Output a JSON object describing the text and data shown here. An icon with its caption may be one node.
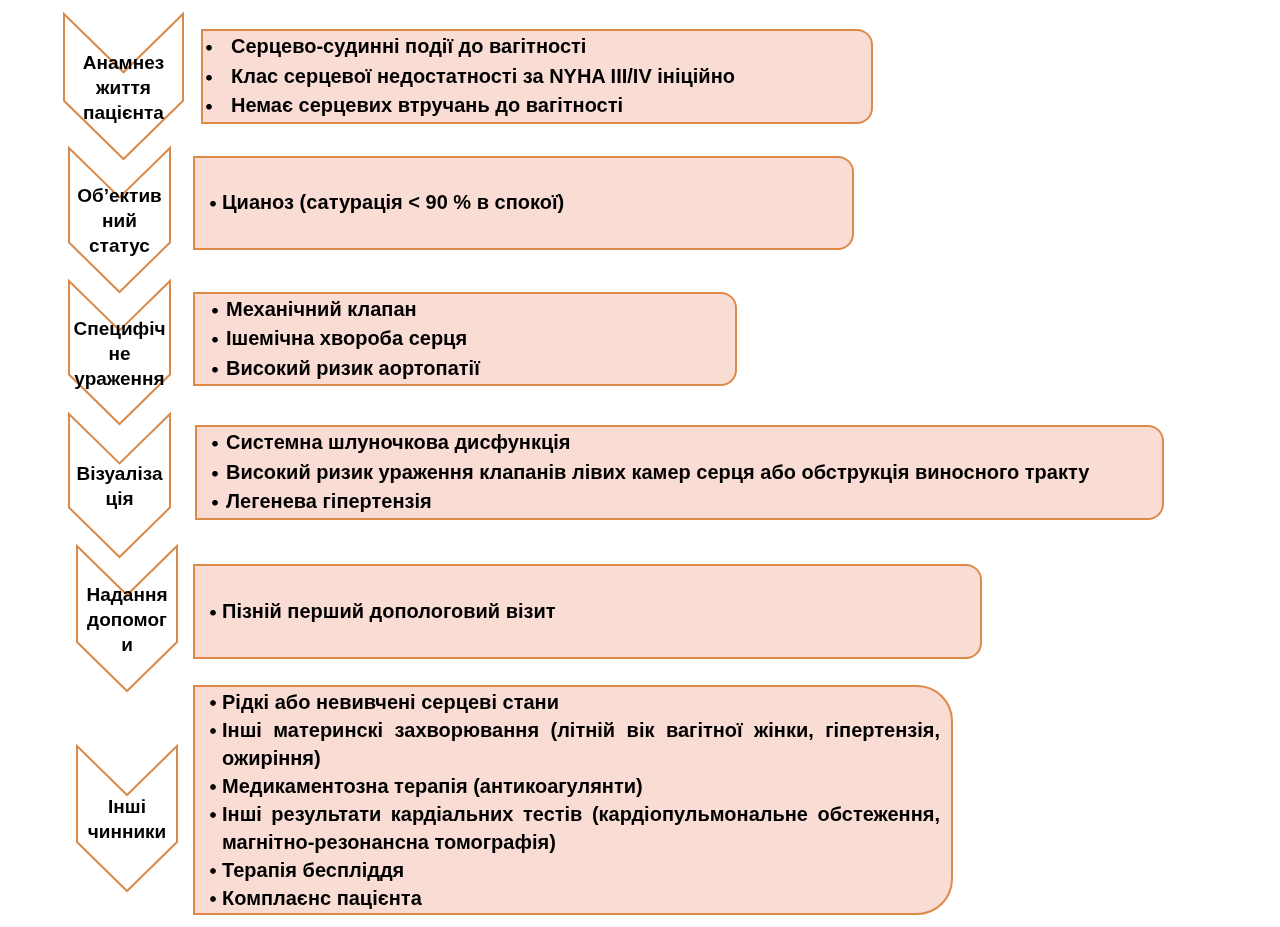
{
  "diagram": {
    "nodes": [
      {
        "text": [
          "Анамнез життя пацієнта"
        ]
      },
      {
        "text": [
          "Серцево-судинні події до вагітності",
          "Клас серцевої недостатності за NYHA III/IV ініційно",
          "Немає серцевих втручань до вагітності"
        ]
      },
      {
        "text": [
          "Об’ективний статус"
        ]
      },
      {
        "text": [
          "Цианоз (сатурація < 90 % в спокої)"
        ]
      },
      {
        "text": [
          "Специфічне ураження"
        ]
      },
      {
        "text": [
          "Механічний клапан",
          "Ішемічна хвороба серця",
          "Високий ризик аортопатії"
        ]
      },
      {
        "text": [
          "Візуалізація"
        ]
      },
      {
        "text": [
          "Системна шлуночкова дисфункція",
          "Високий ризик ураження клапанів лівих камер серця або обструкція виносного тракту",
          "Легенева гіпертензія"
        ]
      },
      {
        "text": [
          "Надання допомоги"
        ]
      },
      {
        "text": [
          "Пізній перший допологовий візит"
        ]
      },
      {
        "text": [
          "Інші чинники"
        ]
      },
      {
        "text": [
          "Рідкі або невивчені серцеві стани",
          "Інші материнскі захворювання (літній вік вагітної жінки, гіпертензія, ожиріння)",
          "Медикаментозна терапія (антикоагулянти)",
          "Інші результати кардіальних тестів (кардіопульмональне обстеження, магнітно-резонансна томографія)",
          "Терапія беспліддя",
          "Комплаєнс пацієнта"
        ]
      }
    ]
  }
}
